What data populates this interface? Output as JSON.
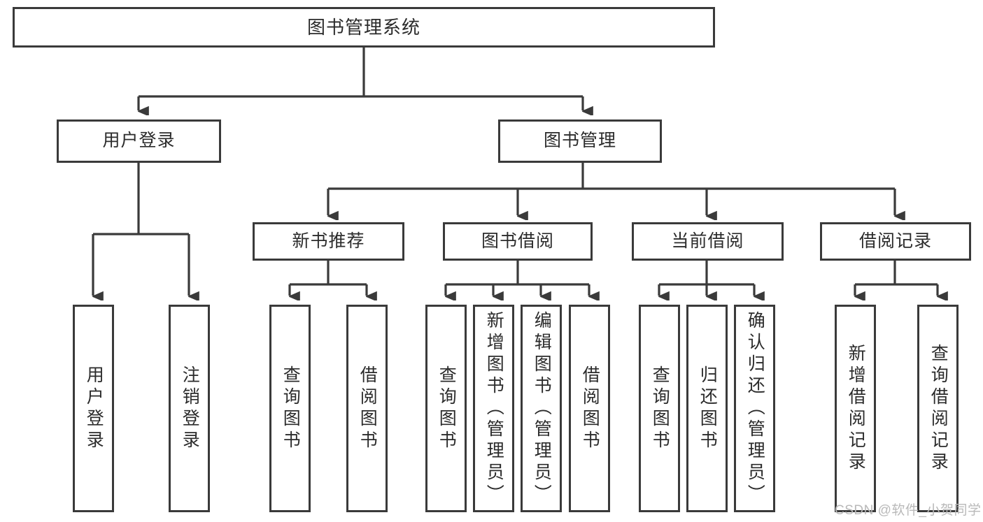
{
  "diagram": {
    "type": "tree",
    "title": "图书管理系统",
    "orientation": "top-down",
    "line_color": "#3a3a3a",
    "box_fill": "#ffffff",
    "text_color": "#2b2b2b",
    "root": {
      "label": "图书管理系统",
      "children": [
        {
          "label": "用户登录",
          "children": [
            {
              "label": "用户登录"
            },
            {
              "label": "注销登录"
            }
          ]
        },
        {
          "label": "图书管理",
          "children": [
            {
              "label": "新书推荐",
              "children": [
                {
                  "label": "查询图书"
                },
                {
                  "label": "借阅图书"
                }
              ]
            },
            {
              "label": "图书借阅",
              "children": [
                {
                  "label": "查询图书"
                },
                {
                  "label": "新增图书（管理员）"
                },
                {
                  "label": "编辑图书（管理员）"
                },
                {
                  "label": "借阅图书"
                }
              ]
            },
            {
              "label": "当前借阅",
              "children": [
                {
                  "label": "查询图书"
                },
                {
                  "label": "归还图书"
                },
                {
                  "label": "确认归还（管理员）"
                }
              ]
            },
            {
              "label": "借阅记录",
              "children": [
                {
                  "label": "新增借阅记录"
                },
                {
                  "label": "查询借阅记录"
                }
              ]
            }
          ]
        }
      ]
    }
  },
  "nodes": {
    "root": "图书管理系统",
    "user_login": "用户登录",
    "book_manage": "图书管理",
    "new_book_rec": "新书推荐",
    "book_borrow": "图书借阅",
    "current_borrow": "当前借阅",
    "borrow_record": "借阅记录",
    "leaf_user_login": "用户登录",
    "leaf_logout": "注销登录",
    "leaf_rec_query": "查询图书",
    "leaf_rec_borrow": "借阅图书",
    "leaf_bb_query": "查询图书",
    "leaf_bb_add": "新增图书（管理员）",
    "leaf_bb_edit": "编辑图书（管理员）",
    "leaf_bb_borrow": "借阅图书",
    "leaf_cb_query": "查询图书",
    "leaf_cb_return": "归还图书",
    "leaf_cb_confirm": "确认归还（管理员）",
    "leaf_br_add": "新增借阅记录",
    "leaf_br_query": "查询借阅记录"
  },
  "watermark": {
    "text": "CSDN @软件_小贺同学",
    "color": "#b9b9b9"
  }
}
